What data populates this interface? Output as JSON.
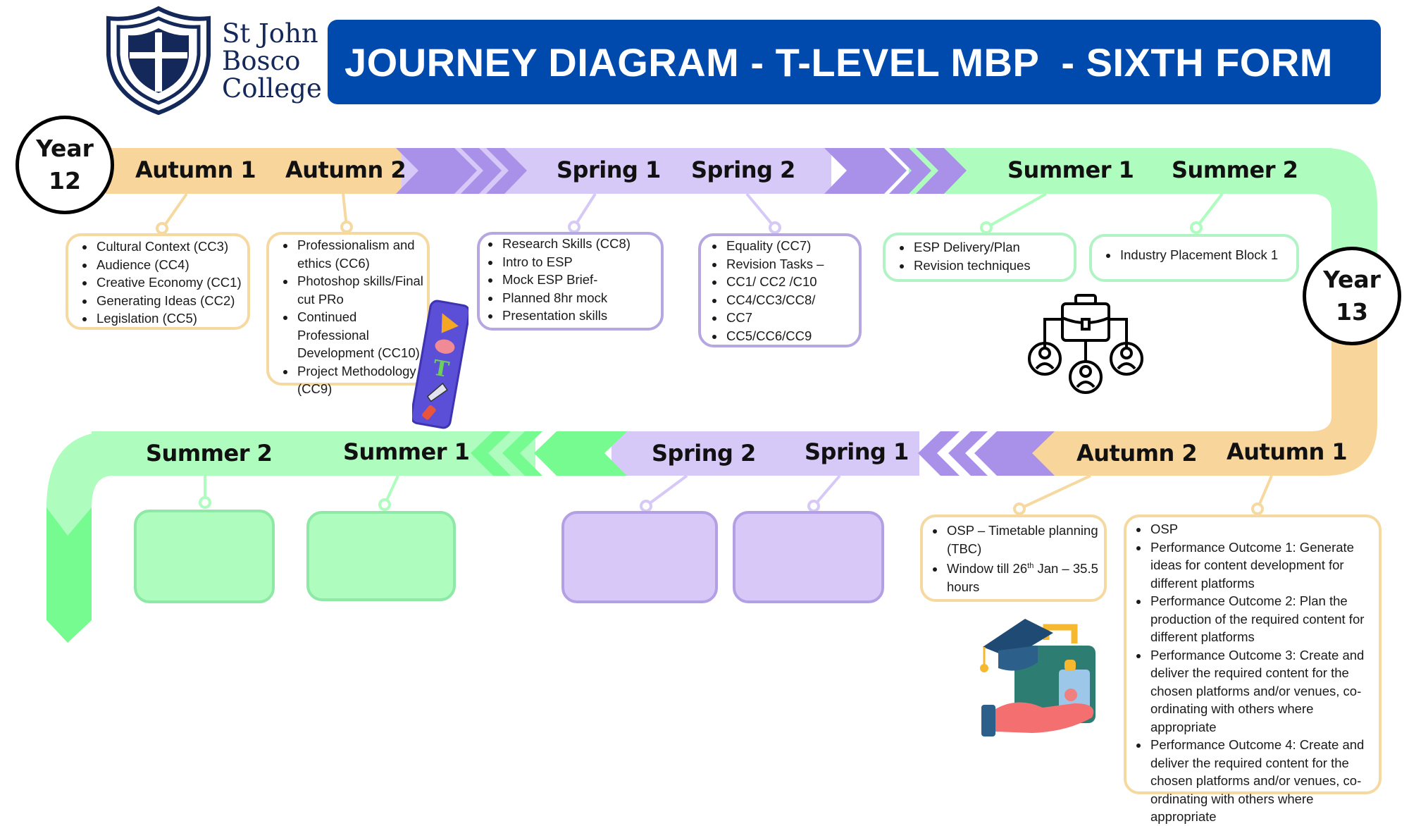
{
  "header": {
    "logo": {
      "lines": [
        "St John",
        "Bosco",
        "College"
      ],
      "icon": "shield-cross-icon"
    },
    "title": "JOURNEY DIAGRAM - T-LEVEL MBP  - SIXTH FORM"
  },
  "colors": {
    "title_bg": "#004aad",
    "logo_navy": "#14285a",
    "autumn": "#f8d59a",
    "spring_light": "#d6c8f7",
    "spring_dark": "#a990e8",
    "summer_light": "#aefcbe",
    "summer_dark": "#76fb91"
  },
  "year12": {
    "badge": {
      "line1": "Year",
      "line2": "12"
    },
    "terms": [
      {
        "label": "Autumn 1",
        "items": [
          "Cultural Context (CC3)",
          "Audience (CC4)",
          "Creative Economy (CC1)",
          "Generating Ideas (CC2)",
          "Legislation (CC5)"
        ]
      },
      {
        "label": "Autumn 2",
        "items": [
          "Professionalism and ethics (CC6)",
          "Photoshop skills/Final cut PRo",
          "Continued Professional Development (CC10)",
          "Project Methodology (CC9)"
        ]
      },
      {
        "label": "Spring 1",
        "items": [
          "Research Skills (CC8)",
          "Intro to ESP",
          "Mock ESP Brief-",
          "Planned 8hr mock",
          "Presentation skills"
        ]
      },
      {
        "label": "Spring 2",
        "items": [
          "Equality (CC7)",
          "Revision Tasks –",
          "CC1/ CC2 /C10",
          "CC4/CC3/CC8/",
          "CC7",
          "CC5/CC6/CC9"
        ]
      },
      {
        "label": "Summer 1",
        "items": [
          "ESP Delivery/Plan",
          "Revision techniques"
        ]
      },
      {
        "label": "Summer 2",
        "items": [
          "Industry Placement Block 1"
        ]
      }
    ]
  },
  "year13": {
    "badge": {
      "line1": "Year",
      "line2": "13"
    },
    "terms": [
      {
        "label": "Autumn 1",
        "items": [
          "OSP",
          "Performance Outcome 1: Generate ideas for content development for different platforms",
          "Performance Outcome 2: Plan the production of the required content for different platforms",
          "Performance Outcome 3: Create and deliver the required content for the chosen platforms and/or venues, co-ordinating with others where appropriate",
          "Performance Outcome 4: Create and deliver the required content for the chosen platforms and/or venues, co-ordinating with others where appropriate"
        ]
      },
      {
        "label": "Autumn 2",
        "items": [
          "OSP – Timetable planning (TBC)"
        ],
        "window": {
          "pre": "Window till 26",
          "sup": "th",
          "post": " Jan – 35.5 hours"
        }
      },
      {
        "label": "Spring 1",
        "items": []
      },
      {
        "label": "Spring 2",
        "items": []
      },
      {
        "label": "Summer 1",
        "items": []
      },
      {
        "label": "Summer 2",
        "items": []
      }
    ]
  },
  "illustrations": {
    "toolbar": "design-tools-toolbar-icon",
    "org": "briefcase-team-hierarchy-icon",
    "placement": "graduation-hand-briefcase-icon"
  }
}
